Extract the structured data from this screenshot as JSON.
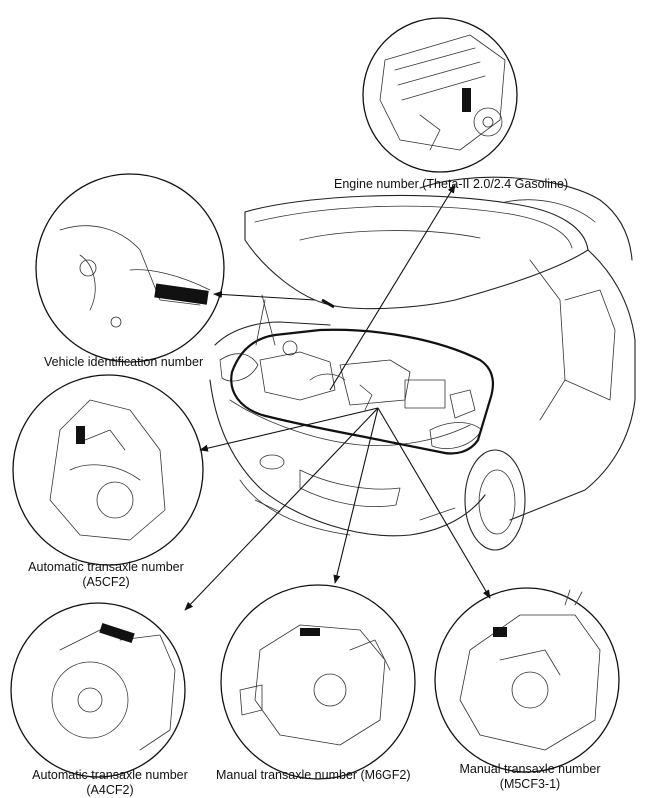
{
  "labels": {
    "engine_number": "Engine number (Theta-II 2.0/2.4 Gasoline)",
    "vin": "Vehicle identification number",
    "auto_a5cf2_line1": "Automatic transaxle number",
    "auto_a5cf2_line2": "(A5CF2)",
    "auto_a4cf2_line1": "Automatic transaxle number",
    "auto_a4cf2_line2": "(A4CF2)",
    "manual_m6gf2": "Manual transaxle number (M6GF2)",
    "manual_m5cf3_line1": "Manual transaxle number",
    "manual_m5cf3_line2": "(M5CF3-1)"
  },
  "colors": {
    "line": "#111111",
    "background": "#ffffff"
  }
}
